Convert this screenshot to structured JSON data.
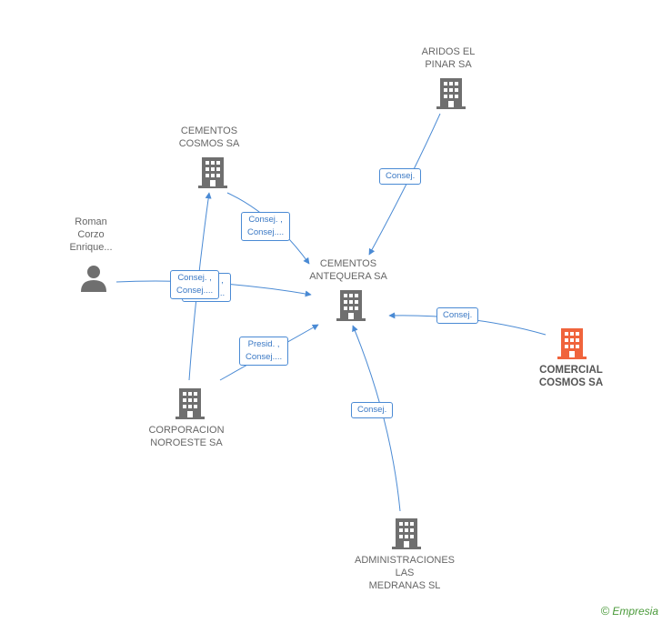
{
  "colors": {
    "edge": "#4a8ad4",
    "building": "#6f6f6f",
    "focus_building": "#f0643c",
    "person": "#6f6f6f"
  },
  "nodes": {
    "aridos": {
      "label_lines": [
        "ARIDOS EL",
        "PINAR SA"
      ],
      "icon": "building-icon"
    },
    "cementos_cosmos": {
      "label_lines": [
        "CEMENTOS",
        "COSMOS SA"
      ],
      "icon": "building-icon"
    },
    "roman": {
      "label_lines": [
        "Roman",
        "Corzo",
        "Enrique..."
      ],
      "icon": "person-icon"
    },
    "antequera": {
      "label_lines": [
        "CEMENTOS",
        "ANTEQUERA SA"
      ],
      "icon": "building-icon"
    },
    "comercial": {
      "label_lines": [
        "COMERCIAL",
        "COSMOS SA"
      ],
      "icon": "building-icon"
    },
    "noroeste": {
      "label_lines": [
        "CORPORACION",
        "NOROESTE SA"
      ],
      "icon": "building-icon"
    },
    "medranas": {
      "label_lines": [
        "ADMINISTRACIONES",
        "LAS",
        "MEDRANAS SL"
      ],
      "icon": "building-icon"
    }
  },
  "edge_labels": {
    "aridos_antequera": [
      "Consej."
    ],
    "cosmos_antequera": [
      "Consej. ,",
      "Consej...."
    ],
    "roman_back": [
      "Consej. ,",
      "Consej...."
    ],
    "roman_front": [
      "Consej. ,",
      "Consej...."
    ],
    "noroeste_antequera": [
      "Presid. ,",
      "Consej...."
    ],
    "comercial_antequera": [
      "Consej."
    ],
    "medranas_antequera": [
      "Consej."
    ]
  },
  "footer": {
    "copyright": "©",
    "brand": "Empresia"
  }
}
